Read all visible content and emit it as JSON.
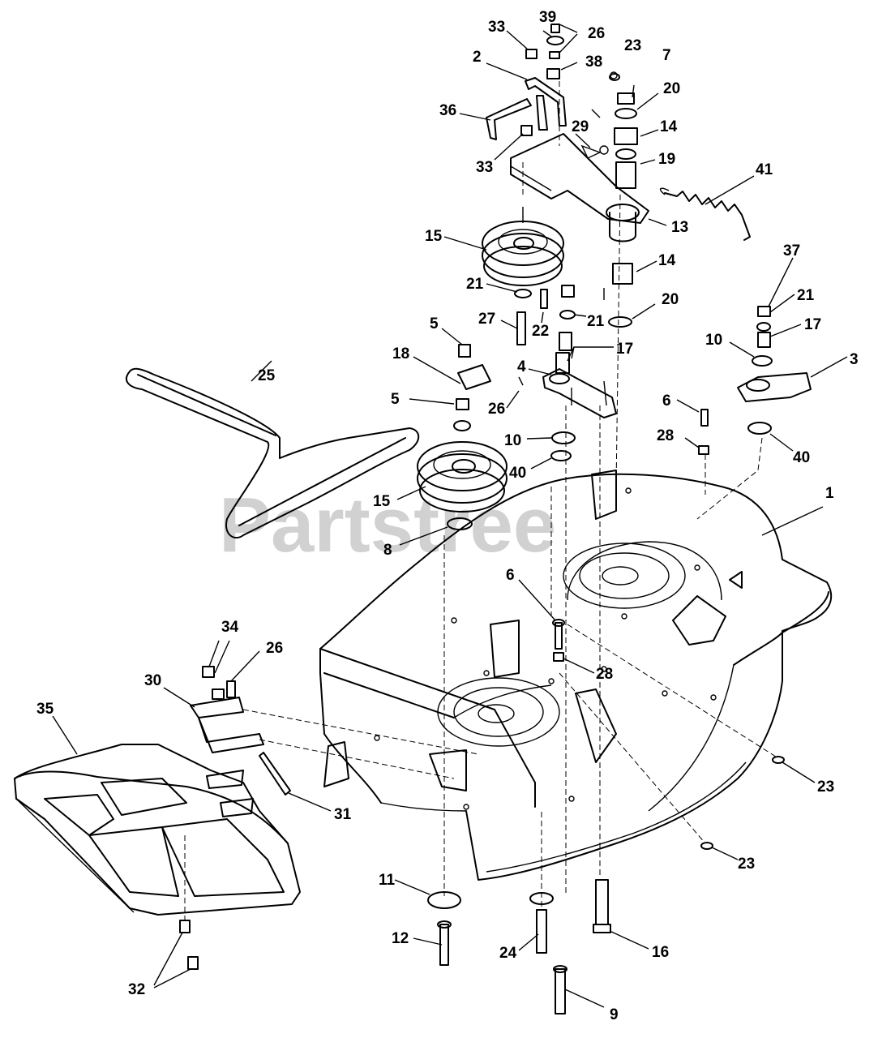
{
  "watermark": "Partstree",
  "callouts": [
    {
      "id": "p39",
      "label": "39"
    },
    {
      "id": "p26a",
      "label": "26"
    },
    {
      "id": "p33a",
      "label": "33"
    },
    {
      "id": "p23a",
      "label": "23"
    },
    {
      "id": "p7",
      "label": "7"
    },
    {
      "id": "p2",
      "label": "2"
    },
    {
      "id": "p38",
      "label": "38"
    },
    {
      "id": "p20a",
      "label": "20"
    },
    {
      "id": "p36",
      "label": "36"
    },
    {
      "id": "p14a",
      "label": "14"
    },
    {
      "id": "p29",
      "label": "29"
    },
    {
      "id": "p19",
      "label": "19"
    },
    {
      "id": "p33b",
      "label": "33"
    },
    {
      "id": "p41",
      "label": "41"
    },
    {
      "id": "p13",
      "label": "13"
    },
    {
      "id": "p15a",
      "label": "15"
    },
    {
      "id": "p14b",
      "label": "14"
    },
    {
      "id": "p37",
      "label": "37"
    },
    {
      "id": "p21a",
      "label": "21"
    },
    {
      "id": "p21c",
      "label": "21"
    },
    {
      "id": "p20b",
      "label": "20"
    },
    {
      "id": "p27",
      "label": "27"
    },
    {
      "id": "p22",
      "label": "22"
    },
    {
      "id": "p21b",
      "label": "21"
    },
    {
      "id": "p17b",
      "label": "17"
    },
    {
      "id": "p5a",
      "label": "5"
    },
    {
      "id": "p10b",
      "label": "10"
    },
    {
      "id": "p17a",
      "label": "17"
    },
    {
      "id": "p3",
      "label": "3"
    },
    {
      "id": "p18",
      "label": "18"
    },
    {
      "id": "p25",
      "label": "25"
    },
    {
      "id": "p4",
      "label": "4"
    },
    {
      "id": "p5b",
      "label": "5"
    },
    {
      "id": "p26b",
      "label": "26"
    },
    {
      "id": "p6a",
      "label": "6"
    },
    {
      "id": "p10a",
      "label": "10"
    },
    {
      "id": "p28a",
      "label": "28"
    },
    {
      "id": "p40b",
      "label": "40"
    },
    {
      "id": "p40a",
      "label": "40"
    },
    {
      "id": "p15b",
      "label": "15"
    },
    {
      "id": "p1",
      "label": "1"
    },
    {
      "id": "p8",
      "label": "8"
    },
    {
      "id": "p6b",
      "label": "6"
    },
    {
      "id": "p34",
      "label": "34"
    },
    {
      "id": "p26c",
      "label": "26"
    },
    {
      "id": "p28b",
      "label": "28"
    },
    {
      "id": "p30",
      "label": "30"
    },
    {
      "id": "p35",
      "label": "35"
    },
    {
      "id": "p23b",
      "label": "23"
    },
    {
      "id": "p31",
      "label": "31"
    },
    {
      "id": "p23c",
      "label": "23"
    },
    {
      "id": "p11",
      "label": "11"
    },
    {
      "id": "p12",
      "label": "12"
    },
    {
      "id": "p24",
      "label": "24"
    },
    {
      "id": "p16",
      "label": "16"
    },
    {
      "id": "p32",
      "label": "32"
    },
    {
      "id": "p9",
      "label": "9"
    }
  ]
}
